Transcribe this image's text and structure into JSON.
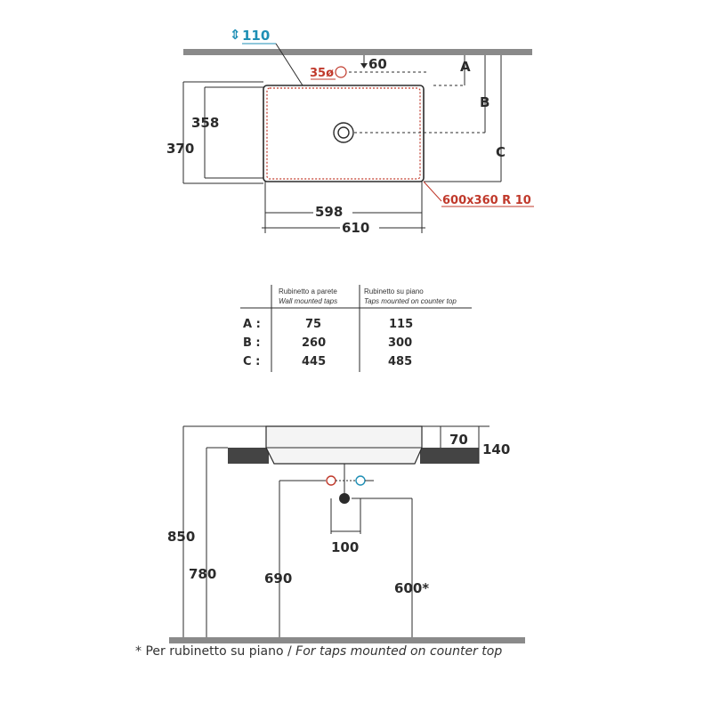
{
  "top_view": {
    "wall_thickness": "110",
    "hole_diameter": "35ø",
    "hole_offset": "60",
    "inner_depth": "358",
    "outer_depth": "370",
    "inner_width": "598",
    "outer_width": "610",
    "cutout": "600x360  R 10",
    "label_a": "A",
    "label_b": "B",
    "label_c": "C"
  },
  "table": {
    "col1_title": "Rubinetto a parete",
    "col1_subtitle": "Wall mounted taps",
    "col2_title": "Rubinetto su piano",
    "col2_subtitle": "Taps mounted on counter top",
    "rows": [
      {
        "label": "A :",
        "wall": "75",
        "counter": "115"
      },
      {
        "label": "B :",
        "wall": "260",
        "counter": "300"
      },
      {
        "label": "C :",
        "wall": "445",
        "counter": "485"
      }
    ]
  },
  "side_view": {
    "rim_height": "70",
    "total_height": "140",
    "height_850": "850",
    "height_780": "780",
    "height_690": "690",
    "tap_spacing": "100",
    "height_600": "600*"
  },
  "footnote": {
    "prefix": "* Per rubinetto su piano / ",
    "italic": "For taps mounted on counter top"
  },
  "colors": {
    "line": "#2b2b2b",
    "red_accent": "#c0392b",
    "cyan_accent": "#1f8fb5",
    "wall_fill": "#8a8a8a"
  }
}
